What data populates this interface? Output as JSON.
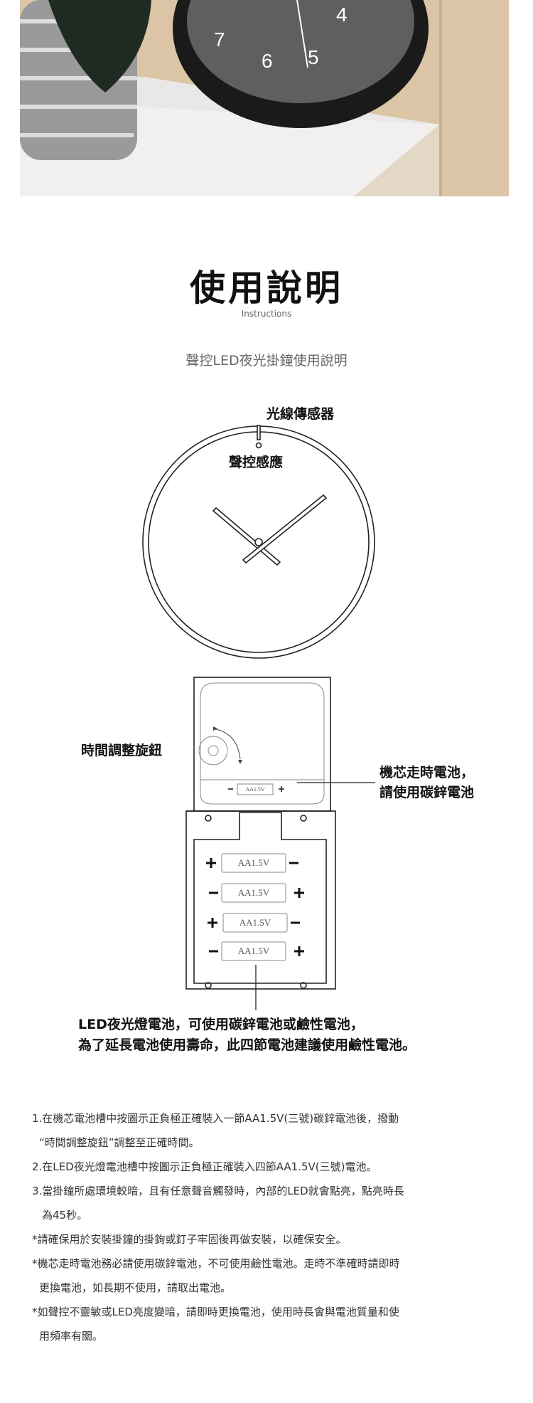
{
  "header": {
    "title": "使用說明",
    "title_en": "Instructions",
    "subtitle": "聲控LED夜光掛鐘使用說明"
  },
  "diagram": {
    "light_sensor_label": "光線傳感器",
    "sound_sensor_label": "聲控感應",
    "time_knob_label": "時間調整旋鈕",
    "movement_battery_label_1": "機芯走時電池，",
    "movement_battery_label_2": "請使用碳鋅電池",
    "battery_label": "AA1.5V",
    "led_battery_note_1": "LED夜光燈電池，可使用碳鋅電池或鹼性電池，",
    "led_battery_note_2": "為了延長電池使用壽命，此四節電池建議使用鹼性電池。"
  },
  "instructions": [
    "1.在機芯電池槽中按圖示正負極正確裝入一節AA1.5V(三號)碳鋅電池後，撥動",
    "“時間調整旋鈕”調整至正確時間。",
    "2.在LED夜光燈電池槽中按圖示正負極正確裝入四節AA1.5V(三號)電池。",
    "3.當掛鐘所處環境較暗，且有任意聲音觸發時，內部的LED就會點亮，點亮時長",
    "為45秒。",
    "*請確保用於安裝掛鐘的掛鉤或釘子牢固後再做安裝，以確保安全。",
    "*機芯走時電池務必請使用碳鋅電池，不可使用鹼性電池。走時不準確時請即時",
    "更換電池，如長期不使用，請取出電池。",
    "*如聲控不靈敏或LED亮度變暗，請即時更換電池，使用時長會與電池質量和使",
    "用頻率有關。"
  ]
}
